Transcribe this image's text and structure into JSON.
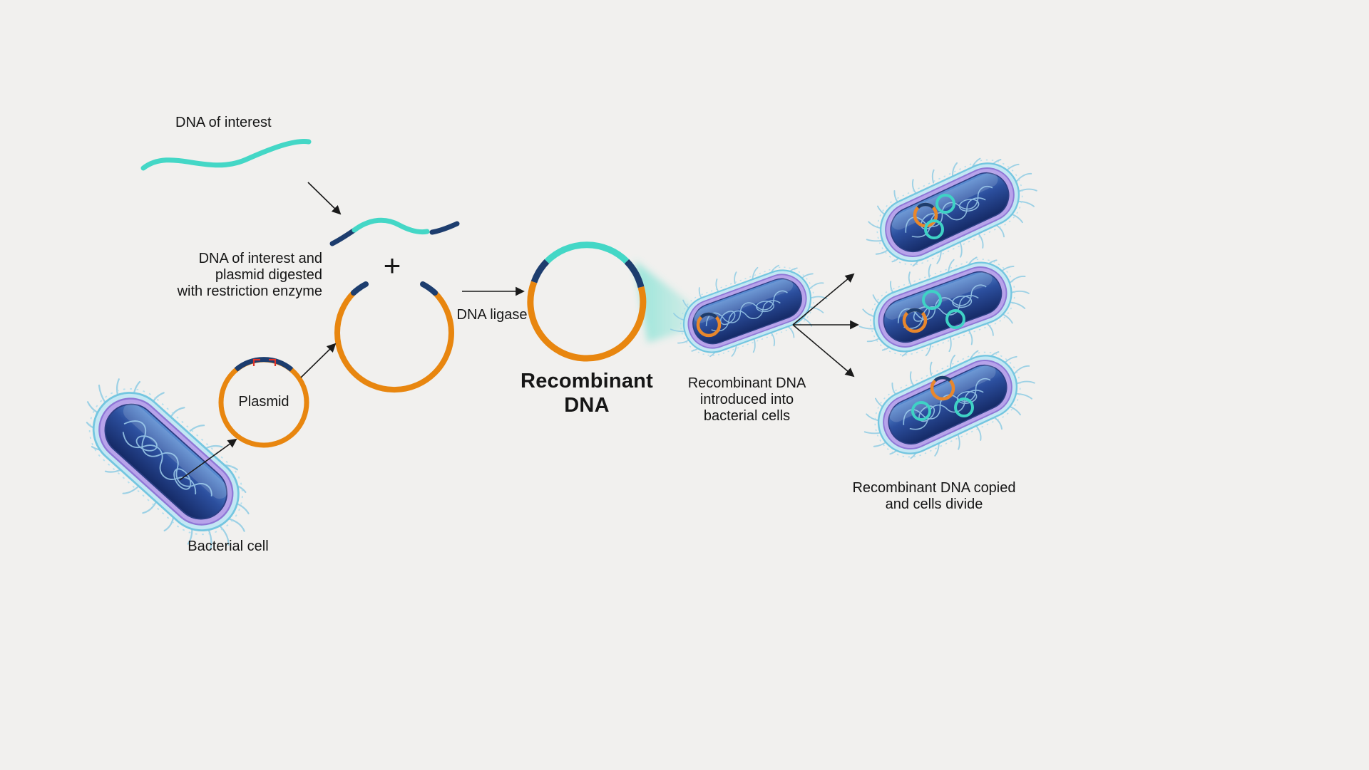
{
  "diagram": {
    "labels": {
      "dna_of_interest": "DNA of interest",
      "digested_lines": [
        "DNA of interest and",
        "plasmid digested",
        "with restriction enzyme"
      ],
      "plus": "+",
      "plasmid": "Plasmid",
      "dna_ligase": "DNA ligase",
      "recombinant_lines": [
        "Recombinant",
        "DNA"
      ],
      "bacterial_cell": "Bacterial cell",
      "introduced_lines": [
        "Recombinant DNA",
        "introduced into",
        "bacterial cells"
      ],
      "copied_lines": [
        "Recombinant DNA copied",
        "and cells divide"
      ]
    },
    "colors": {
      "background": "#f1f0ee",
      "dna_teal": "#44d7c6",
      "sticky_end_navy": "#1d3d6e",
      "plasmid_orange": "#e8860f",
      "restriction_mark_red": "#e03228",
      "bacterium_outer": "#c3e7f4",
      "bacterium_purple": "#b7a3ea",
      "bacterium_inner": "#1d3a7a",
      "text": "#161616"
    }
  }
}
